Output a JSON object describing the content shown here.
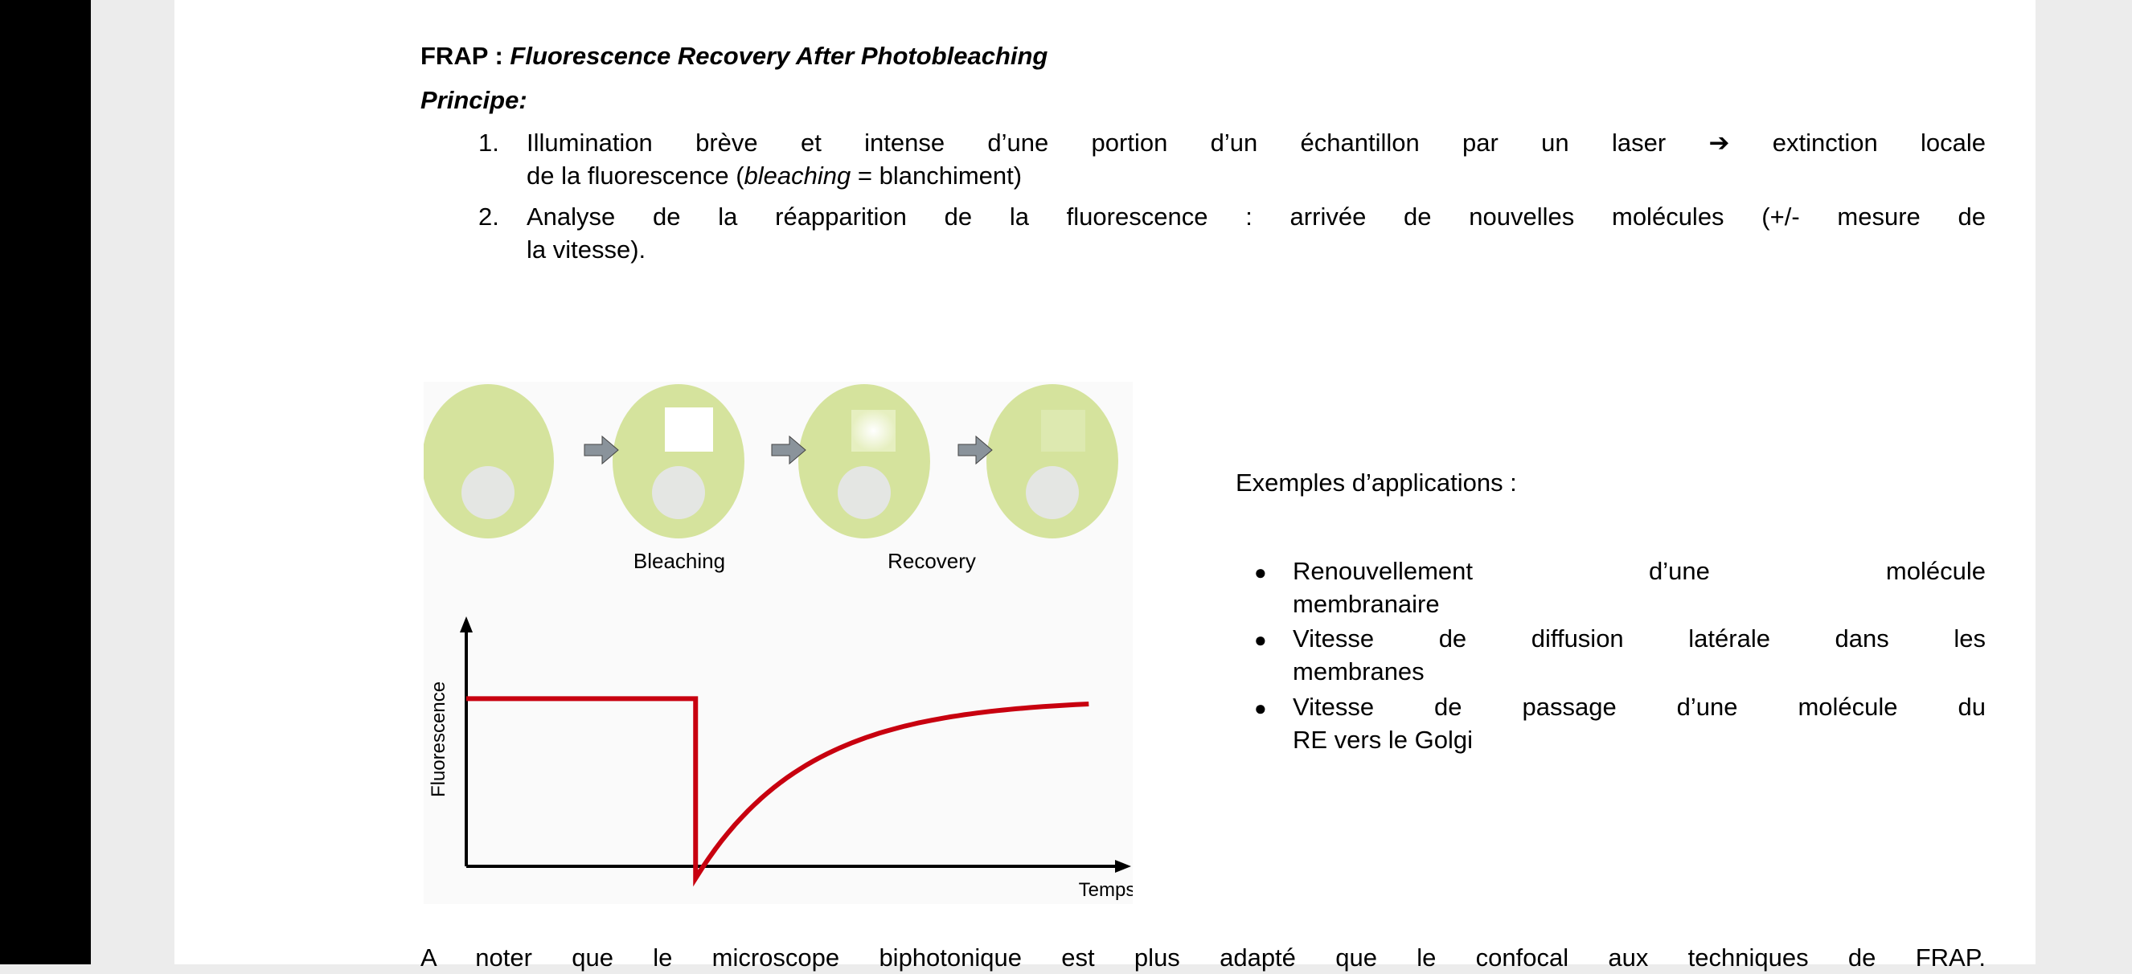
{
  "title": {
    "prefix": "FRAP : ",
    "italic": "Fluorescence Recovery After Photobleaching"
  },
  "principe_label": "Principe:",
  "steps": [
    {
      "number": "1.",
      "line1": "Illumination brève et intense d’une portion d’un échantillon par un laser ➔ extinction locale",
      "line2_a": "de la fluorescence (",
      "line2_italic": "bleaching",
      "line2_b": " = blanchiment)"
    },
    {
      "number": "2.",
      "line1": "Analyse de la réapparition de la fluorescence : arrivée de nouvelles molécules (+/- mesure de",
      "line2": "la vitesse)."
    }
  ],
  "figure": {
    "label_bleaching": "Bleaching",
    "label_recovery": "Recovery",
    "colors": {
      "cell": "#d5e39d",
      "nucleus": "#e4e6e3",
      "arrow": "#8a939b",
      "curve": "#c8000f"
    }
  },
  "chart_data": {
    "type": "line",
    "title": "",
    "xlabel": "Temps",
    "ylabel": "Fluorescence",
    "series": [
      {
        "name": "Fluorescence",
        "x": [
          0,
          0.35,
          0.35,
          0.4,
          0.5,
          0.6,
          0.7,
          0.8,
          0.9,
          0.95
        ],
        "y": [
          0.7,
          0.7,
          -0.05,
          0.25,
          0.42,
          0.53,
          0.6,
          0.65,
          0.68,
          0.69
        ]
      }
    ],
    "xlim": [
      0,
      1
    ],
    "ylim": [
      0,
      1
    ],
    "grid": false
  },
  "applications": {
    "heading": "Exemples d’applications :",
    "items": [
      {
        "line1": "Renouvellement d’une molécule",
        "line2": "membranaire"
      },
      {
        "line1": "Vitesse de diffusion latérale dans les",
        "line2": "membranes"
      },
      {
        "line1": "Vitesse de passage d’une molécule du",
        "line2": "RE vers le Golgi"
      }
    ]
  },
  "note": "A noter que le microscope biphotonique est plus adapté que le confocal aux techniques de FRAP."
}
